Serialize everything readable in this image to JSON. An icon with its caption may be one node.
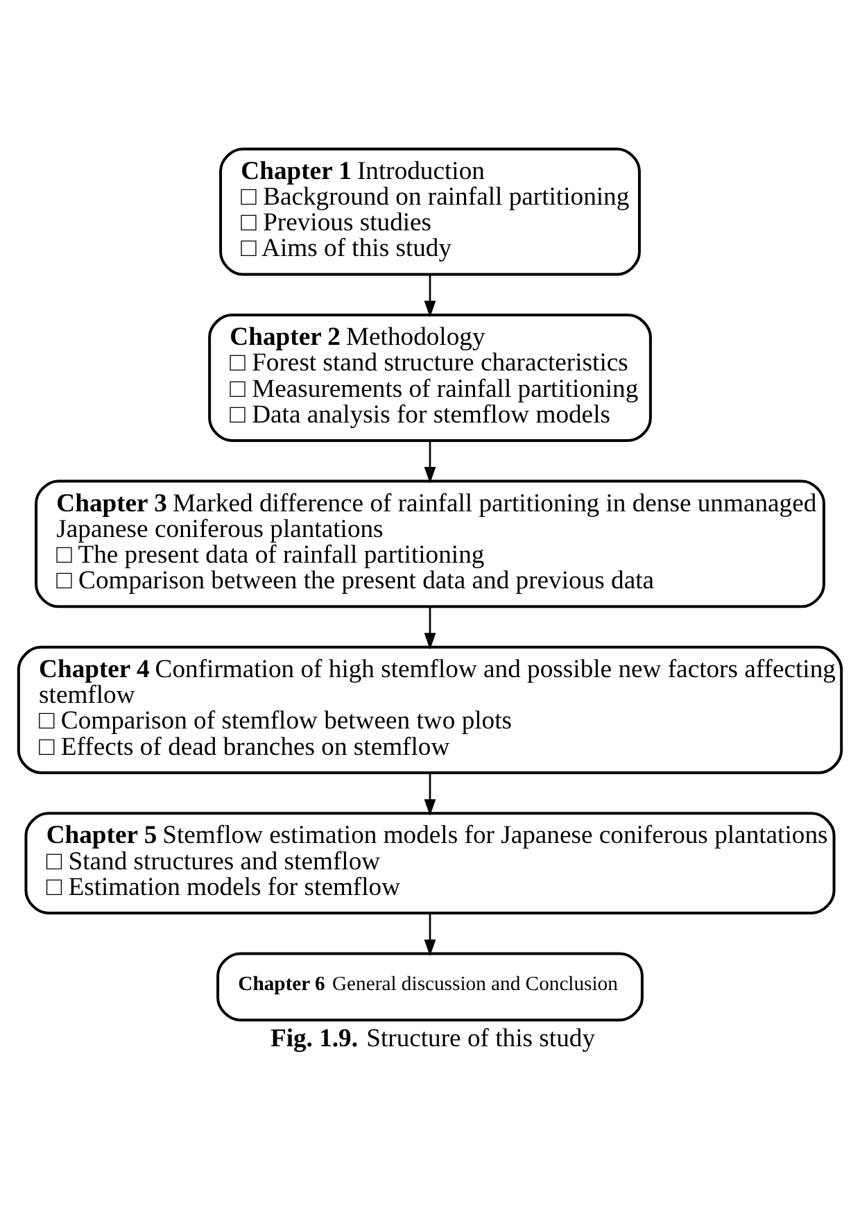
{
  "diagram": {
    "caption": "**Fig. 1.9.** Structure of this study",
    "nodes": [
      {
        "text": [
          "**Chapter 1** Introduction",
          "□ Background on rainfall partitioning",
          "□ Previous studies",
          "□ Aims of this study"
        ]
      },
      {
        "text": [
          "**Chapter 2** Methodology",
          "□ Forest stand structure characteristics",
          "□ Measurements of rainfall partitioning",
          "□ Data analysis for stemflow models"
        ]
      },
      {
        "text": [
          "**Chapter 3** Marked difference of rainfall partitioning in dense unmanaged Japanese coniferous plantations",
          "□ The present data of rainfall partitioning",
          "□ Comparison between the present data and previous data"
        ]
      },
      {
        "text": [
          "**Chapter 4** Confirmation of high stemflow and possible new factors affecting stemflow",
          "□ Comparison of stemflow between two plots",
          "□ Effects of dead branches on stemflow"
        ]
      },
      {
        "text": [
          "**Chapter 5** Stemflow estimation models for Japanese coniferous plantations",
          "□ Stand structures and stemflow",
          "□ Estimation models for stemflow"
        ]
      },
      {
        "text": [
          "**Chapter 6** General discussion and Conclusion"
        ]
      }
    ],
    "edges": [
      {
        "from": 0,
        "to": 1,
        "arrow": "to"
      },
      {
        "from": 1,
        "to": 2,
        "arrow": "to"
      },
      {
        "from": 2,
        "to": 3,
        "arrow": "to"
      },
      {
        "from": 3,
        "to": 4,
        "arrow": "to"
      },
      {
        "from": 4,
        "to": 5,
        "arrow": "to"
      }
    ]
  }
}
